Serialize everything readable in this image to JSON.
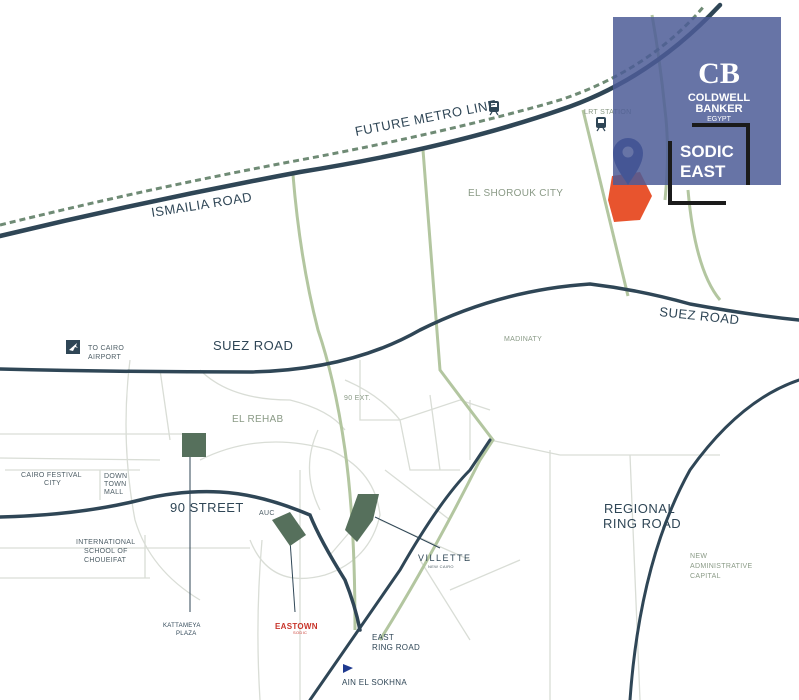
{
  "colors": {
    "background": "#ffffff",
    "main_road": "#2f4656",
    "minor_road": "#d9ddd6",
    "green_road": "#a9bf94",
    "area_text": "#8a9a86",
    "project_marker": "#e8542e",
    "location_pin": "#1f3a8f",
    "project_block": "#56705c",
    "brand_overlay": "#4c5c96"
  },
  "roads": {
    "future_metro": "FUTURE METRO LINE",
    "ismailia": "ISMAILIA ROAD",
    "suez_left": "SUEZ ROAD",
    "suez_right": "SUEZ ROAD",
    "street_90": "90 STREET",
    "regional_ring_1": "REGIONAL",
    "regional_ring_2": "RING ROAD",
    "east_ring_1": "EAST",
    "east_ring_2": "RING ROAD",
    "ain_sokhna": "AIN EL SOKHNA"
  },
  "places": {
    "lrt_station": "LRT STATION",
    "el_shorouk": "EL SHOROUK CITY",
    "madinaty": "MADINATY",
    "airport_1": "TO CAIRO",
    "airport_2": "AIRPORT",
    "el_rehab": "EL REHAB",
    "ext_90": "90 EXT.",
    "festival_1": "CAIRO FESTIVAL",
    "festival_2": "CITY",
    "downtown_1": "DOWN",
    "downtown_2": "TOWN",
    "downtown_3": "MALL",
    "aucl": "AUC",
    "school_1": "INTERNATIONAL",
    "school_2": "SCHOOL OF",
    "school_3": "CHOUEIFAT",
    "villette": "VILLETTE",
    "villette_sub": "NEW CAIRO",
    "katameya_1": "KATTAMEYA",
    "katameya_2": "PLAZA",
    "eastown": "EASTOWN",
    "eastown_sub": "SODIC",
    "nac_1": "NEW",
    "nac_2": "ADMINISTRATIVE",
    "nac_3": "CAPITAL"
  },
  "brand": {
    "cb_mark": "CB",
    "line1": "COLDWELL",
    "line2": "BANKER",
    "line3": "EGYPT"
  },
  "sodic": {
    "line1": "SODIC",
    "line2": "EAST"
  },
  "icons": {
    "train": "train-icon",
    "airplane": "airplane-icon",
    "pin": "location-pin-icon",
    "arrow": "direction-arrow-icon"
  }
}
